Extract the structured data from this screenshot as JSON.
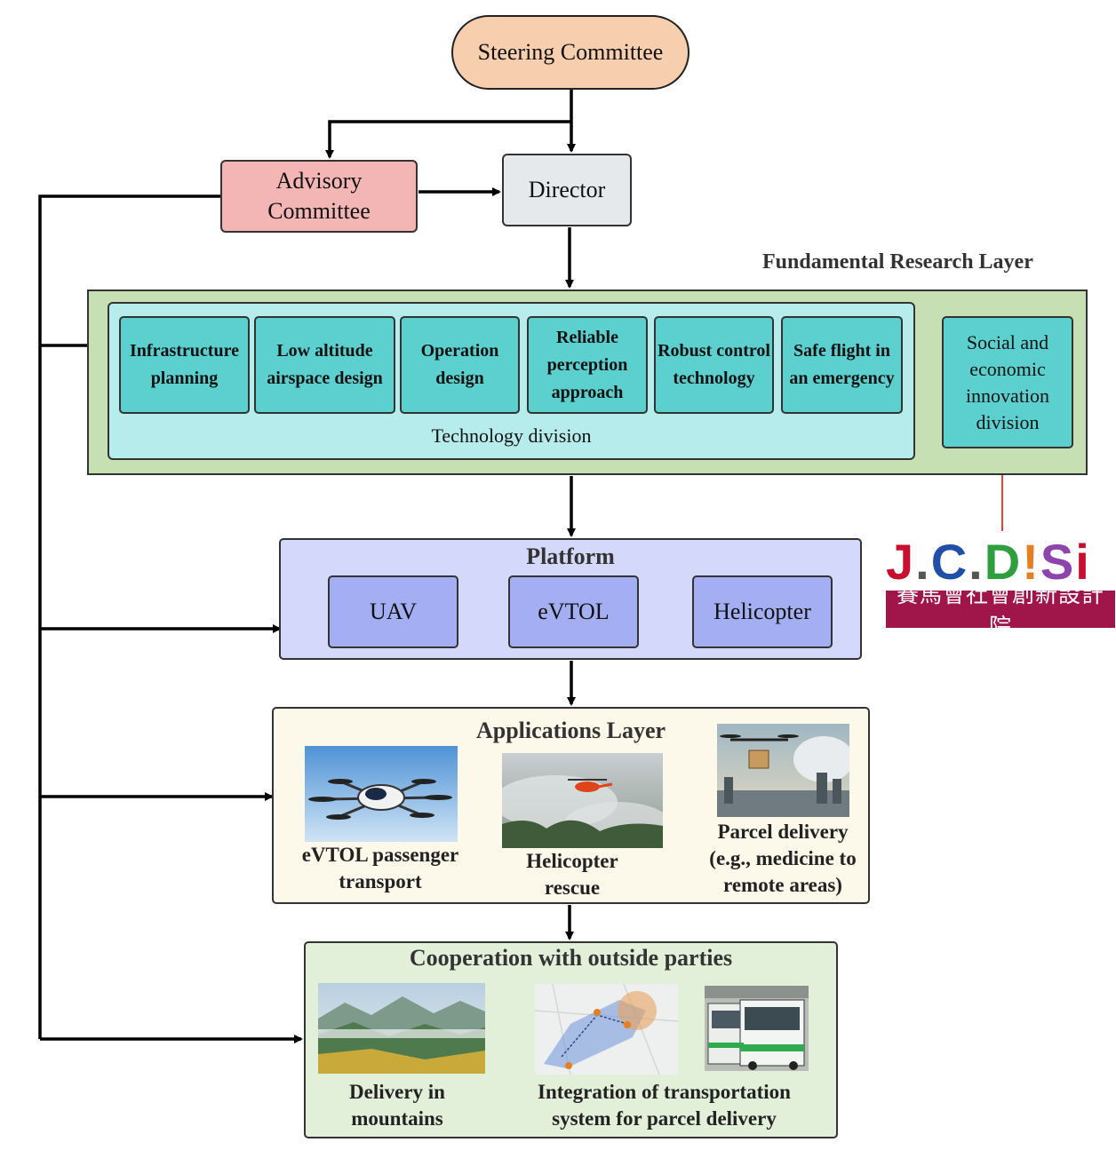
{
  "steering": "Steering Committee",
  "advisory": "Advisory Committee",
  "director": "Director",
  "fundamental_layer": {
    "title": "Fundamental Research Layer",
    "technology_label": "Technology division",
    "technology_items": [
      "Infrastructure planning",
      "Low altitude airspace design",
      "Operation design",
      "Reliable perception approach",
      "Robust control technology",
      "Safe flight in an emergency"
    ],
    "social": "Social and economic innovation division"
  },
  "logo": {
    "letters": [
      "J",
      ".",
      "C",
      ".",
      "D",
      "!",
      "S",
      "i"
    ],
    "letter_colors": [
      "#c8102e",
      "#555555",
      "#1f4fa8",
      "#555555",
      "#2e9e3f",
      "#e67e22",
      "#8e44ad",
      "#c8102e"
    ],
    "chinese": "賽馬會社會創新設計院"
  },
  "platform": {
    "title": "Platform",
    "items": [
      "UAV",
      "eVTOL",
      "Helicopter"
    ]
  },
  "applications": {
    "title": "Applications Layer",
    "items": [
      "eVTOL passenger transport",
      "Helicopter rescue",
      "Parcel delivery (e.g., medicine to remote areas)"
    ]
  },
  "cooperation": {
    "title": "Cooperation with outside parties",
    "items": [
      "Delivery in mountains",
      "Integration of transportation system for parcel delivery"
    ]
  },
  "colors": {
    "steering": "#f8cfae",
    "advisory": "#f4b5b5",
    "director": "#e6e9ec",
    "fundamental": "#c6e0b4",
    "technology": "#b7ecec",
    "tech_item": "#5ccfcf",
    "platform": "#d4d8fb",
    "platform_item": "#a4aef2",
    "applications": "#fcf8ea",
    "cooperation": "#e2efd9",
    "logo_band": "#a0154a"
  }
}
